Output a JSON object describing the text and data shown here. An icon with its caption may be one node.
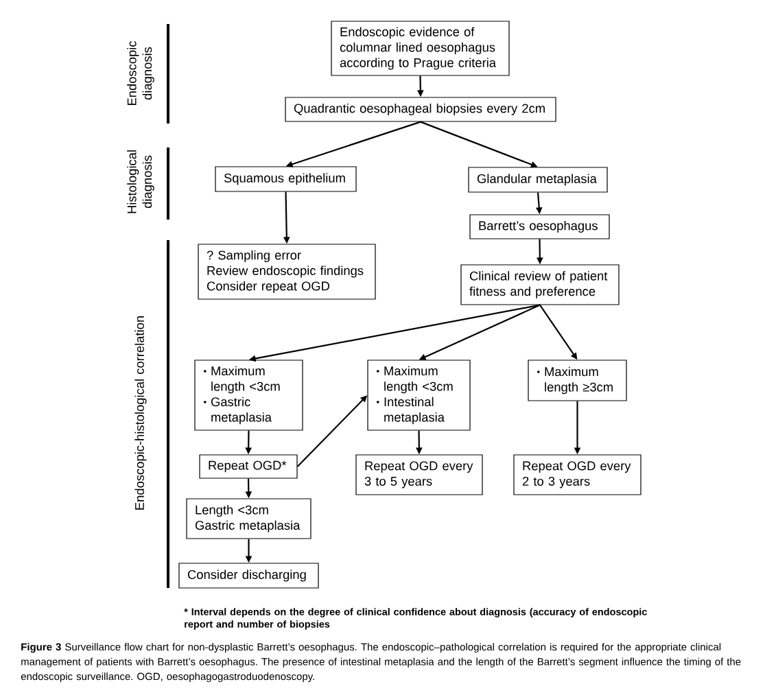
{
  "diagram": {
    "nodes": [
      {
        "text": [
          "Endoscopic evidence of columnar lined oesophagus according to Prague criteria"
        ]
      },
      {
        "text": [
          "Quadrantic oesophageal biopsies every 2cm"
        ]
      },
      {
        "text": [
          "Squamous epithelium"
        ]
      },
      {
        "text": [
          "Glandular metaplasia"
        ]
      },
      {
        "text": [
          "Barrett’s oesophagus"
        ]
      },
      {
        "text": [
          "? Sampling error",
          "Review endoscopic findings",
          "Consider repeat OGD"
        ]
      },
      {
        "text": [
          "Clinical review of patient fitness and preference"
        ]
      },
      {
        "text": [
          "Maximum length <3cm",
          "Gastric metaplasia"
        ]
      },
      {
        "text": [
          "Maximum length <3cm",
          "Intestinal metaplasia"
        ]
      },
      {
        "text": [
          "Maximum length ≥3cm"
        ]
      },
      {
        "text": [
          "Repeat OGD*"
        ]
      },
      {
        "text": [
          "Repeat OGD every 3 to 5 years"
        ]
      },
      {
        "text": [
          "Repeat OGD every 2 to 3 years"
        ]
      },
      {
        "text": [
          "Length <3cm",
          "Gastric metaplasia"
        ]
      },
      {
        "text": [
          "Consider discharging"
        ]
      }
    ],
    "edges": [
      {
        "from": 0,
        "to": 1,
        "arrow": "to"
      },
      {
        "from": 1,
        "to": 2,
        "arrow": "to"
      },
      {
        "from": 1,
        "to": 3,
        "arrow": "to"
      },
      {
        "from": 3,
        "to": 4,
        "arrow": "to"
      },
      {
        "from": 2,
        "to": 5,
        "arrow": "to"
      },
      {
        "from": 4,
        "to": 6,
        "arrow": "to"
      },
      {
        "from": 6,
        "to": 7,
        "arrow": "to"
      },
      {
        "from": 6,
        "to": 8,
        "arrow": "to"
      },
      {
        "from": 6,
        "to": 9,
        "arrow": "to"
      },
      {
        "from": 7,
        "to": 10,
        "arrow": "to"
      },
      {
        "from": 10,
        "to": 8,
        "arrow": "to"
      },
      {
        "from": 8,
        "to": 11,
        "arrow": "to"
      },
      {
        "from": 9,
        "to": 12,
        "arrow": "to"
      },
      {
        "from": 10,
        "to": 13,
        "arrow": "to"
      },
      {
        "from": 13,
        "to": 14,
        "arrow": "to"
      }
    ],
    "labels": [
      "Endoscopic diagnosis",
      "Histological diagnosis",
      "Endoscopic-histological correlation",
      "* Interval depends on the degree of clinical confidence about diagnosis (accuracy of endoscopic report and number of biopsies"
    ],
    "caption": "**Figure 3** Surveillance flow chart for non-dysplastic Barrett’s oesophagus. The endoscopic–pathological correlation is required for the appropriate clinical management of patients with Barrett’s oesophagus. The presence of intestinal metaplasia and the length of the Barrett’s segment influence the timing of the endoscopic surveillance. OGD, oesophagogastroduodenoscopy."
  }
}
